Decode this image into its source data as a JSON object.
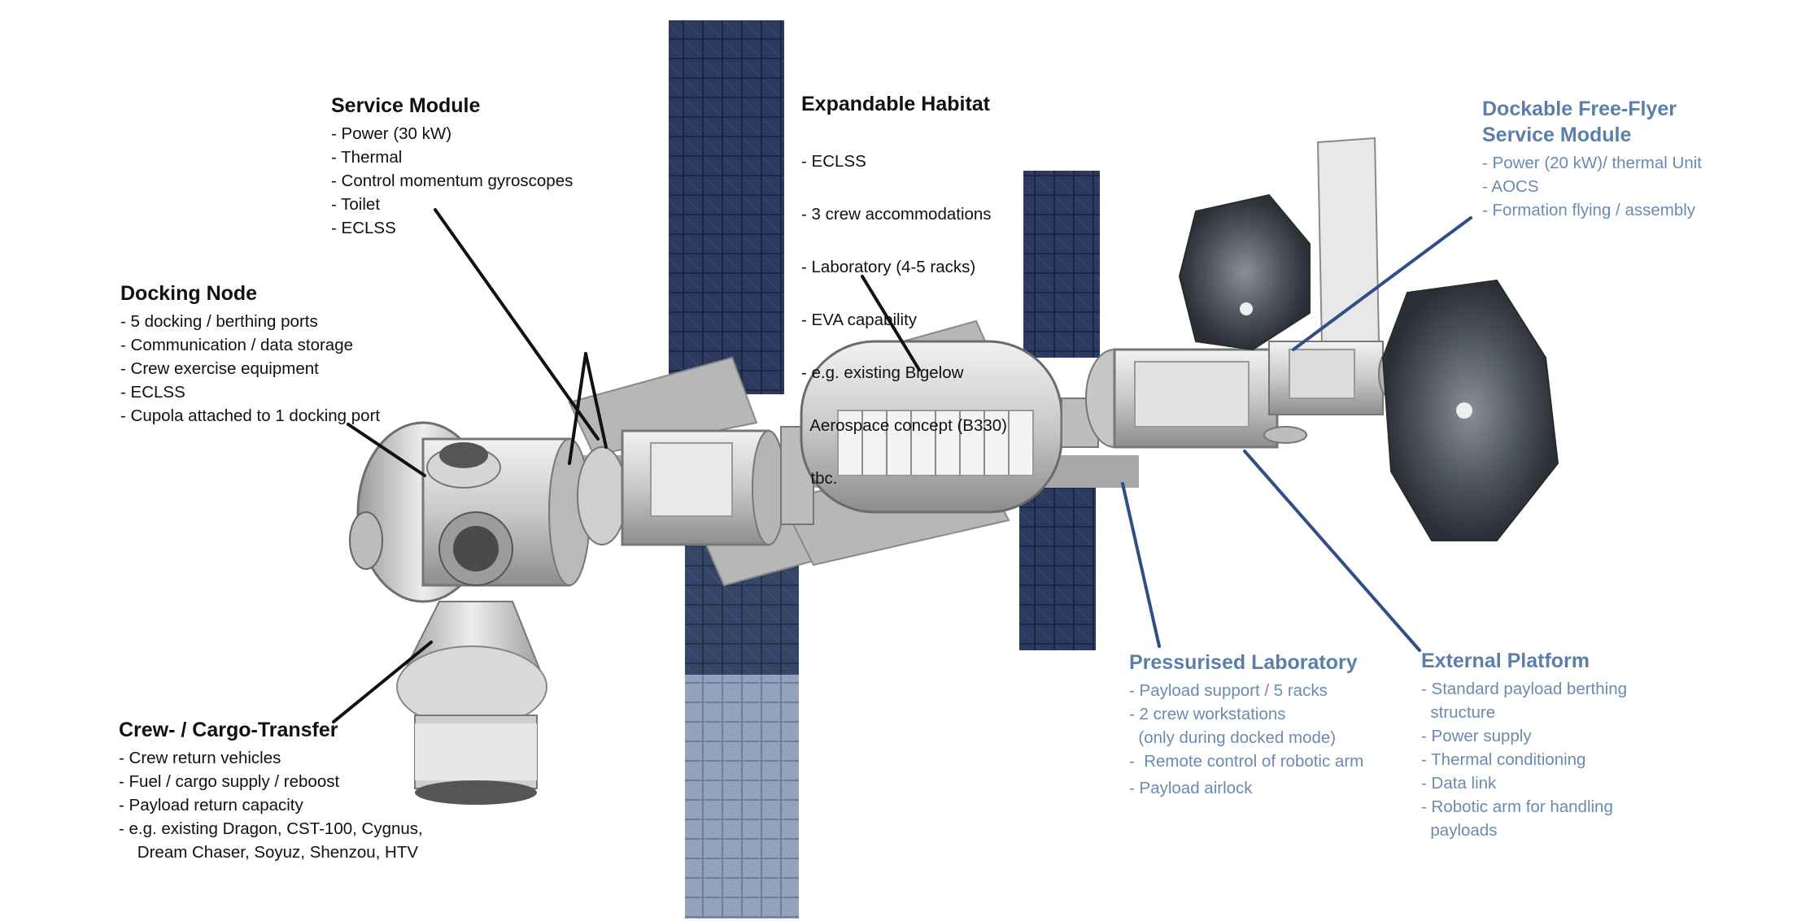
{
  "callouts": {
    "service_module": {
      "title": "Service Module",
      "items": [
        "- Power (30 kW)",
        "- Thermal",
        "- Control momentum gyroscopes",
        "- Toilet",
        "- ECLSS"
      ]
    },
    "expandable_habitat": {
      "title": "Expandable Habitat",
      "items": [
        "- ECLSS",
        "- 3 crew accommodations",
        "- Laboratory (4-5 racks)",
        "- EVA capability",
        "- e.g. existing Bigelow",
        "  Aerospace concept (B330)",
        "  tbc."
      ]
    },
    "docking_node": {
      "title": "Docking Node",
      "items": [
        "- 5 docking / berthing ports",
        "- Communication / data storage",
        "- Crew exercise equipment",
        "- ECLSS",
        "- Cupola attached to 1 docking port"
      ]
    },
    "crew_cargo_transfer": {
      "title": "Crew- / Cargo-Transfer",
      "items": [
        "- Crew return vehicles",
        "- Fuel / cargo supply / reboost",
        "- Payload return capacity",
        "- e.g. existing Dragon, CST-100, Cygnus,",
        "    Dream Chaser, Soyuz, Shenzou, HTV"
      ]
    },
    "free_flyer": {
      "title_line1": "Dockable Free-Flyer",
      "title_line2": "Service Module",
      "items": [
        "- Power (20 kW)/ thermal Unit",
        "- AOCS",
        "- Formation flying / assembly"
      ]
    },
    "pressurised_laboratory": {
      "title": "Pressurised Laboratory",
      "items": [
        "- Payload support / 5 racks",
        "- 2 crew workstations",
        "  (only during docked mode)",
        "-  Remote control of robotic arm",
        "- Payload airlock"
      ]
    },
    "external_platform": {
      "title": "External Platform",
      "items": [
        "- Standard payload berthing",
        "  structure",
        "- Power supply",
        "- Thermal conditioning",
        "- Data link",
        "- Robotic arm for handling",
        "  payloads"
      ]
    }
  },
  "colors": {
    "dark_text": "#111111",
    "blue_text": "#6a8bb0",
    "leader_dark": "#111111",
    "leader_blue": "#2f4f86",
    "solar_panel": "#1f2a44",
    "module_gray": "#c8c8c8"
  }
}
